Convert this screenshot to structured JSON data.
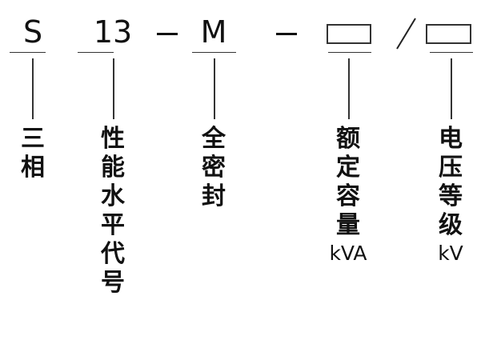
{
  "code": {
    "s": "S",
    "level": "13",
    "seal": "M",
    "slash": "/"
  },
  "labels": {
    "s": [
      "三",
      "相"
    ],
    "level": [
      "性",
      "能",
      "水",
      "平",
      "代",
      "号"
    ],
    "seal": [
      "全",
      "密",
      "封"
    ],
    "capacity": [
      "额",
      "定",
      "容",
      "量"
    ],
    "capacity_unit": "kVA",
    "voltage": [
      "电",
      "压",
      "等",
      "级"
    ],
    "voltage_unit": "kV"
  }
}
